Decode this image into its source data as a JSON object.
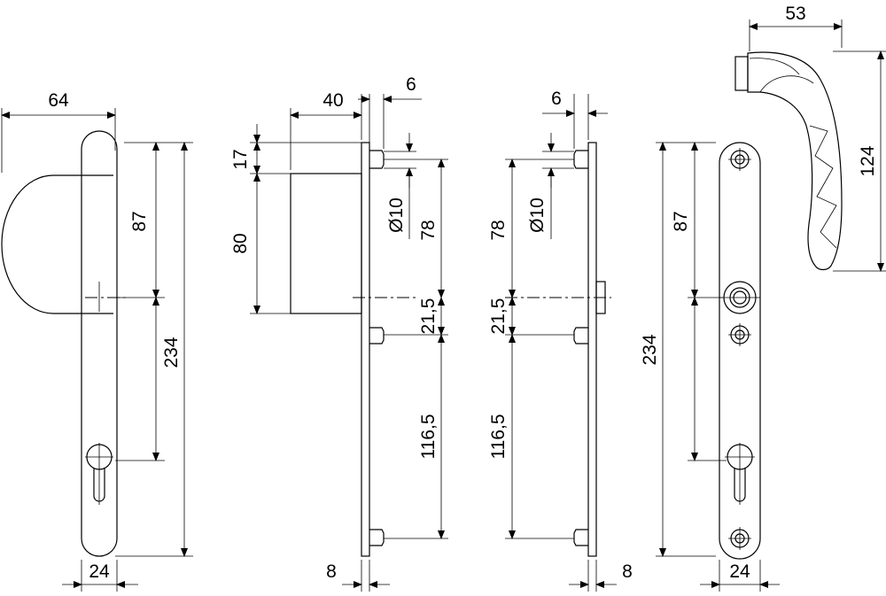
{
  "drawing": {
    "front_view_rosette": {
      "width_top": "64",
      "upper_spacing": "87",
      "total_length": "234",
      "width_bottom": "24"
    },
    "side_view_rosette": {
      "knob_projection": "40",
      "pin_offset": "6",
      "knob_height_top": "17",
      "knob_height": "80",
      "pin_diameter": "Ø10",
      "upper_spacing": "78",
      "mid_spacing": "21,5",
      "lower_spacing": "116,5",
      "plate_thickness": "8"
    },
    "side_view_handle": {
      "pin_offset": "6",
      "pin_diameter": "Ø10",
      "upper_spacing": "78",
      "mid_spacing": "21,5",
      "lower_spacing": "116,5",
      "plate_thickness": "8"
    },
    "front_view_handle_plate": {
      "upper_spacing": "87",
      "total_length": "234",
      "width_bottom": "24"
    },
    "lever_handle": {
      "projection": "53",
      "height": "124"
    }
  }
}
